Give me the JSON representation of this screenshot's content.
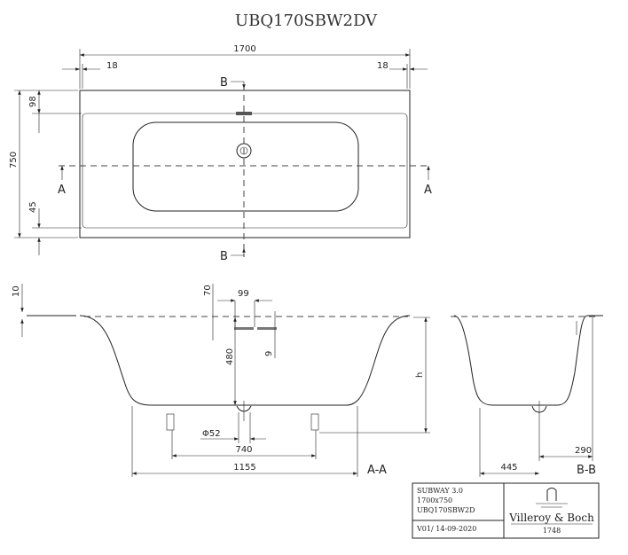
{
  "title": "UBQ170SBW2DV",
  "top_view": {
    "length": "1700",
    "rim_left": "18",
    "rim_right": "18",
    "width": "750",
    "rim_top": "98",
    "rim_bottom": "45",
    "section_a": "A",
    "section_b": "B"
  },
  "section_aa": {
    "label": "A-A",
    "rim": "10",
    "overflow_offset": "70",
    "overflow_width": "99",
    "overflow_height": "9",
    "depth": "480",
    "height": "h",
    "drain": "Φ52",
    "feet_spacing": "740",
    "bottom_length": "1155"
  },
  "section_bb": {
    "label": "B-B",
    "bottom_width": "445",
    "drain_offset": "290"
  },
  "title_block": {
    "series": "SUBWAY 3.0",
    "size": "1700x750",
    "code": "UBQ170SBW2D",
    "version": "V01/ 14-09-2020",
    "brand": "Villeroy & Boch",
    "year": "1748"
  }
}
